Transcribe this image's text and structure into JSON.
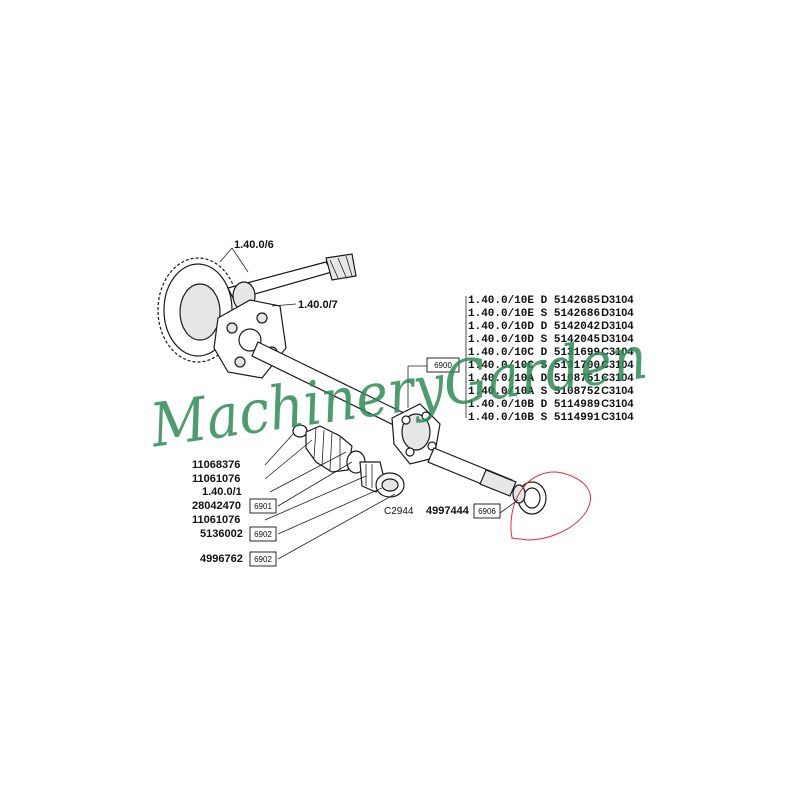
{
  "assembly_labels": {
    "top_gear": "1.40.0/6",
    "differential": "1.40.0/7"
  },
  "parts_table": [
    {
      "ref": "1.40.0/10E",
      "side": "D",
      "number": "5142685",
      "code": "D3104"
    },
    {
      "ref": "1.40.0/10E",
      "side": "S",
      "number": "5142686",
      "code": "D3104"
    },
    {
      "ref": "1.40.0/10D",
      "side": "D",
      "number": "5142042",
      "code": "D3104"
    },
    {
      "ref": "1.40.0/10D",
      "side": "S",
      "number": "5142045",
      "code": "D3104"
    },
    {
      "ref": "1.40.0/10C",
      "side": "D",
      "number": "5131699",
      "code": "C3104"
    },
    {
      "ref": "1.40.0/10C",
      "side": "S",
      "number": "5131700",
      "code": "C3104"
    },
    {
      "ref": "1.40.0/10A",
      "side": "D",
      "number": "5108751",
      "code": "C3104"
    },
    {
      "ref": "1.40.0/10A",
      "side": "S",
      "number": "5108752",
      "code": "C3104"
    },
    {
      "ref": "1.40.0/10B",
      "side": "D",
      "number": "5114989",
      "code": "C3104"
    },
    {
      "ref": "1.40.0/10B",
      "side": "S",
      "number": "5114991",
      "code": "C3104"
    }
  ],
  "callouts": {
    "shaft_box": "6900",
    "seal_code": "C2944",
    "seal_number": "4997444",
    "seal_box": "6906"
  },
  "left_parts": [
    {
      "number": "11068376",
      "box": ""
    },
    {
      "number": "11061076",
      "box": ""
    },
    {
      "number": "1.40.0/1",
      "box": ""
    },
    {
      "number": "28042470",
      "box": "6901"
    },
    {
      "number": "11061076",
      "box": ""
    },
    {
      "number": "5136002",
      "box": "6902"
    },
    {
      "number": "4996762",
      "box": "6902"
    }
  ],
  "watermark": "MachineryGarden",
  "colors": {
    "watermark": "#2e8b57",
    "highlight": "#e0303a",
    "ink": "#111111"
  }
}
